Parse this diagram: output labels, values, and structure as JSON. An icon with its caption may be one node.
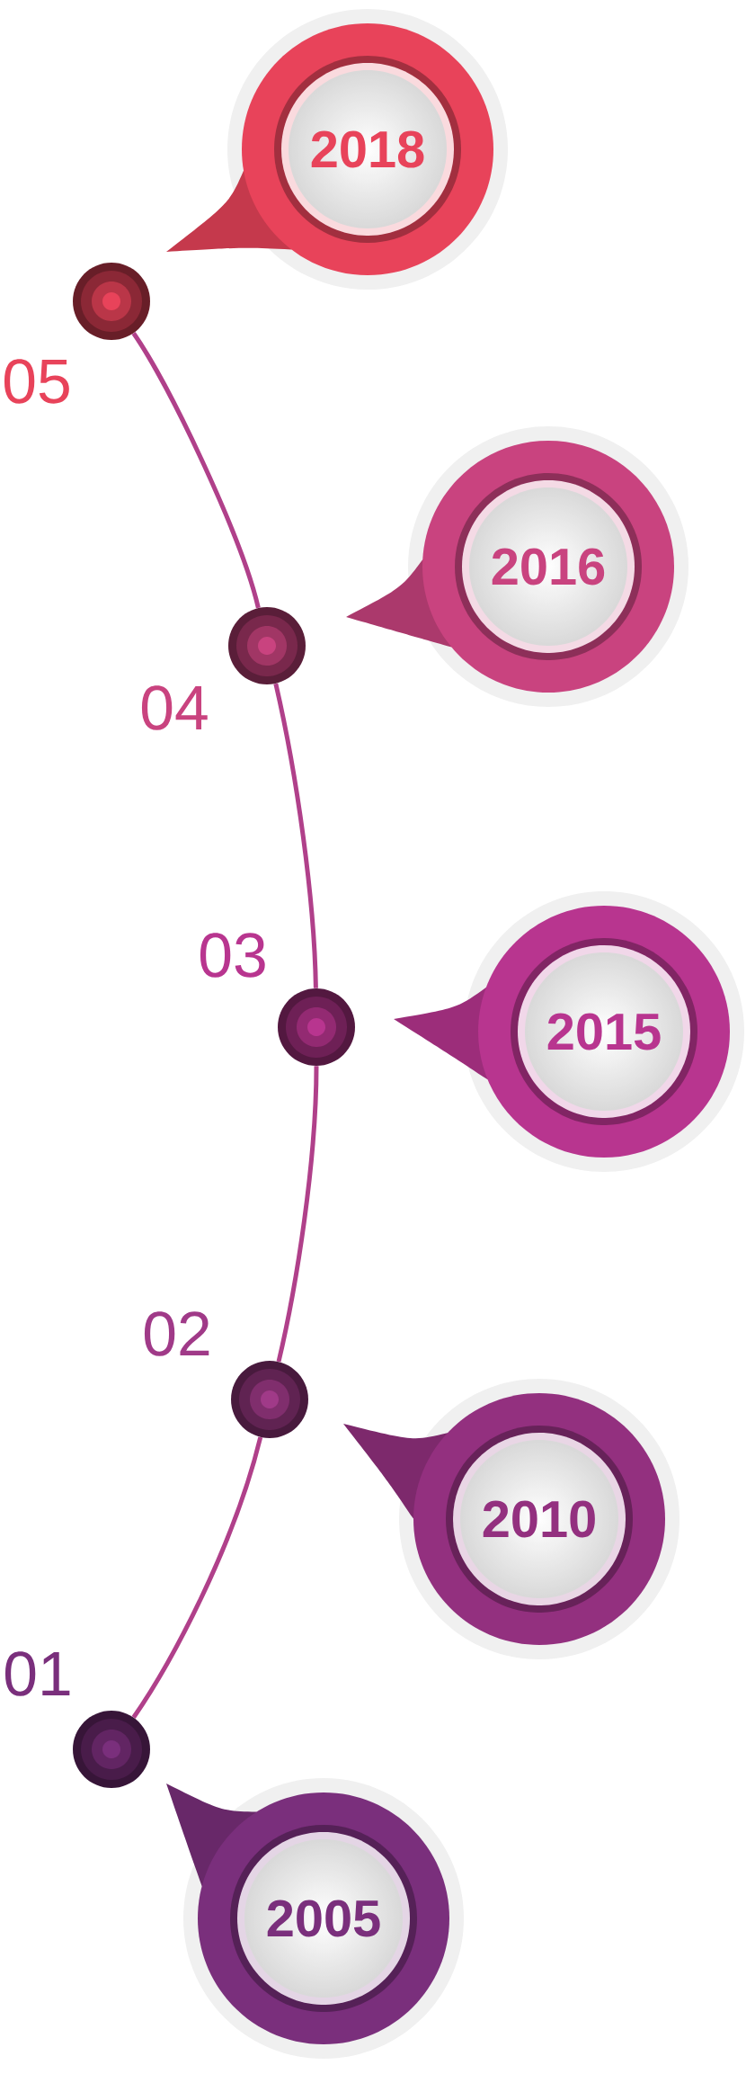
{
  "diagram": {
    "nodes": [
      {
        "text": [
          "2018"
        ]
      },
      {
        "text": [],
        "shape": "circle",
        "beside": [
          "05"
        ]
      },
      {
        "text": [
          "2016"
        ]
      },
      {
        "text": [],
        "shape": "circle",
        "beside": [
          "04"
        ]
      },
      {
        "text": [
          "2015"
        ]
      },
      {
        "text": [],
        "shape": "circle",
        "beside": [
          "03"
        ]
      },
      {
        "text": [
          "2010"
        ]
      },
      {
        "text": [],
        "shape": "circle",
        "beside": [
          "02"
        ]
      },
      {
        "text": [],
        "shape": "circle",
        "beside": [
          "01"
        ]
      },
      {
        "text": [
          "2005"
        ]
      }
    ],
    "edges": [
      {
        "from": 1,
        "to": 3,
        "arrow": "none"
      },
      {
        "from": 3,
        "to": 5,
        "arrow": "none"
      },
      {
        "from": 5,
        "to": 7,
        "arrow": "none"
      },
      {
        "from": 7,
        "to": 8,
        "arrow": "none"
      }
    ]
  }
}
